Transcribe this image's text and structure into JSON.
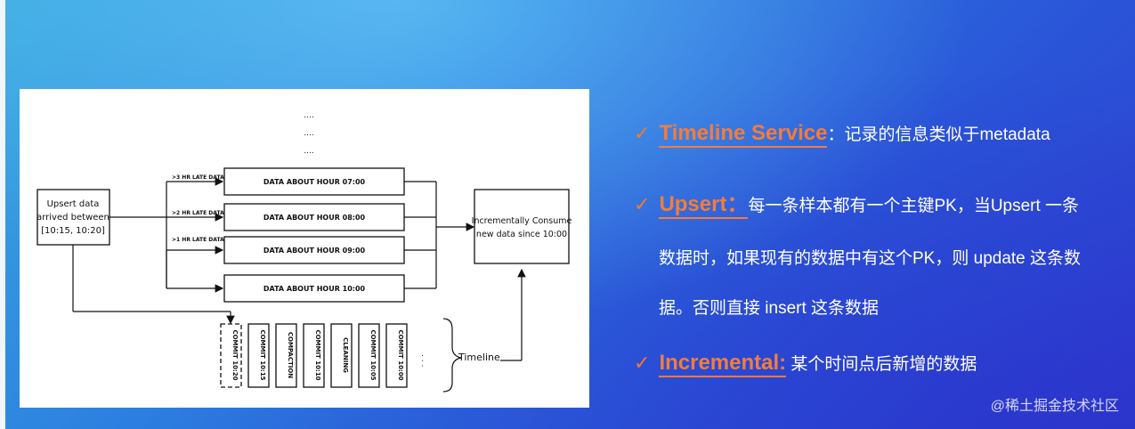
{
  "diagram": {
    "top_dots": [
      "....",
      "....",
      "...."
    ],
    "source_box": [
      "Upsert data",
      "arrived between",
      "[10:15, 10:20]"
    ],
    "late_labels": [
      ">3 HR LATE DATA",
      ">2 HR LATE DATA",
      ">1 HR LATE DATA"
    ],
    "data_boxes": [
      "DATA ABOUT HOUR 07:00",
      "DATA ABOUT HOUR 08:00",
      "DATA ABOUT HOUR 09:00",
      "DATA ABOUT HOUR 10:00"
    ],
    "consume_box": [
      "Incrementally Consume",
      "new data since 10:00"
    ],
    "commits": [
      "COMMIT 10:20",
      "COMMIT 10:15",
      "COMPACTION",
      "COMMIT 10:10",
      "CLEANING",
      "COMMIT 10:05",
      "COMMIT 10:00"
    ],
    "commit_dots": ". . .",
    "timeline_label": "Timeline"
  },
  "bullets": {
    "check_glyph": "✓",
    "timeline": {
      "keyword": "Timeline Service",
      "text": "：记录的信息类似于metadata"
    },
    "upsert": {
      "keyword": "Upsert：",
      "line1": "每一条样本都有一个主键PK，当Upsert 一条",
      "line2": "数据时，如果现有的数据中有这个PK，则 update 这条数",
      "line3": "据。否则直接 insert 这条数据"
    },
    "incremental": {
      "keyword": "Incremental:",
      "text": " 某个时间点后新增的数据"
    }
  },
  "watermark": "@稀土掘金技术社区",
  "colors": {
    "accent": "#f47c3c",
    "background": "#2c6fe0",
    "panel": "#ffffff"
  }
}
